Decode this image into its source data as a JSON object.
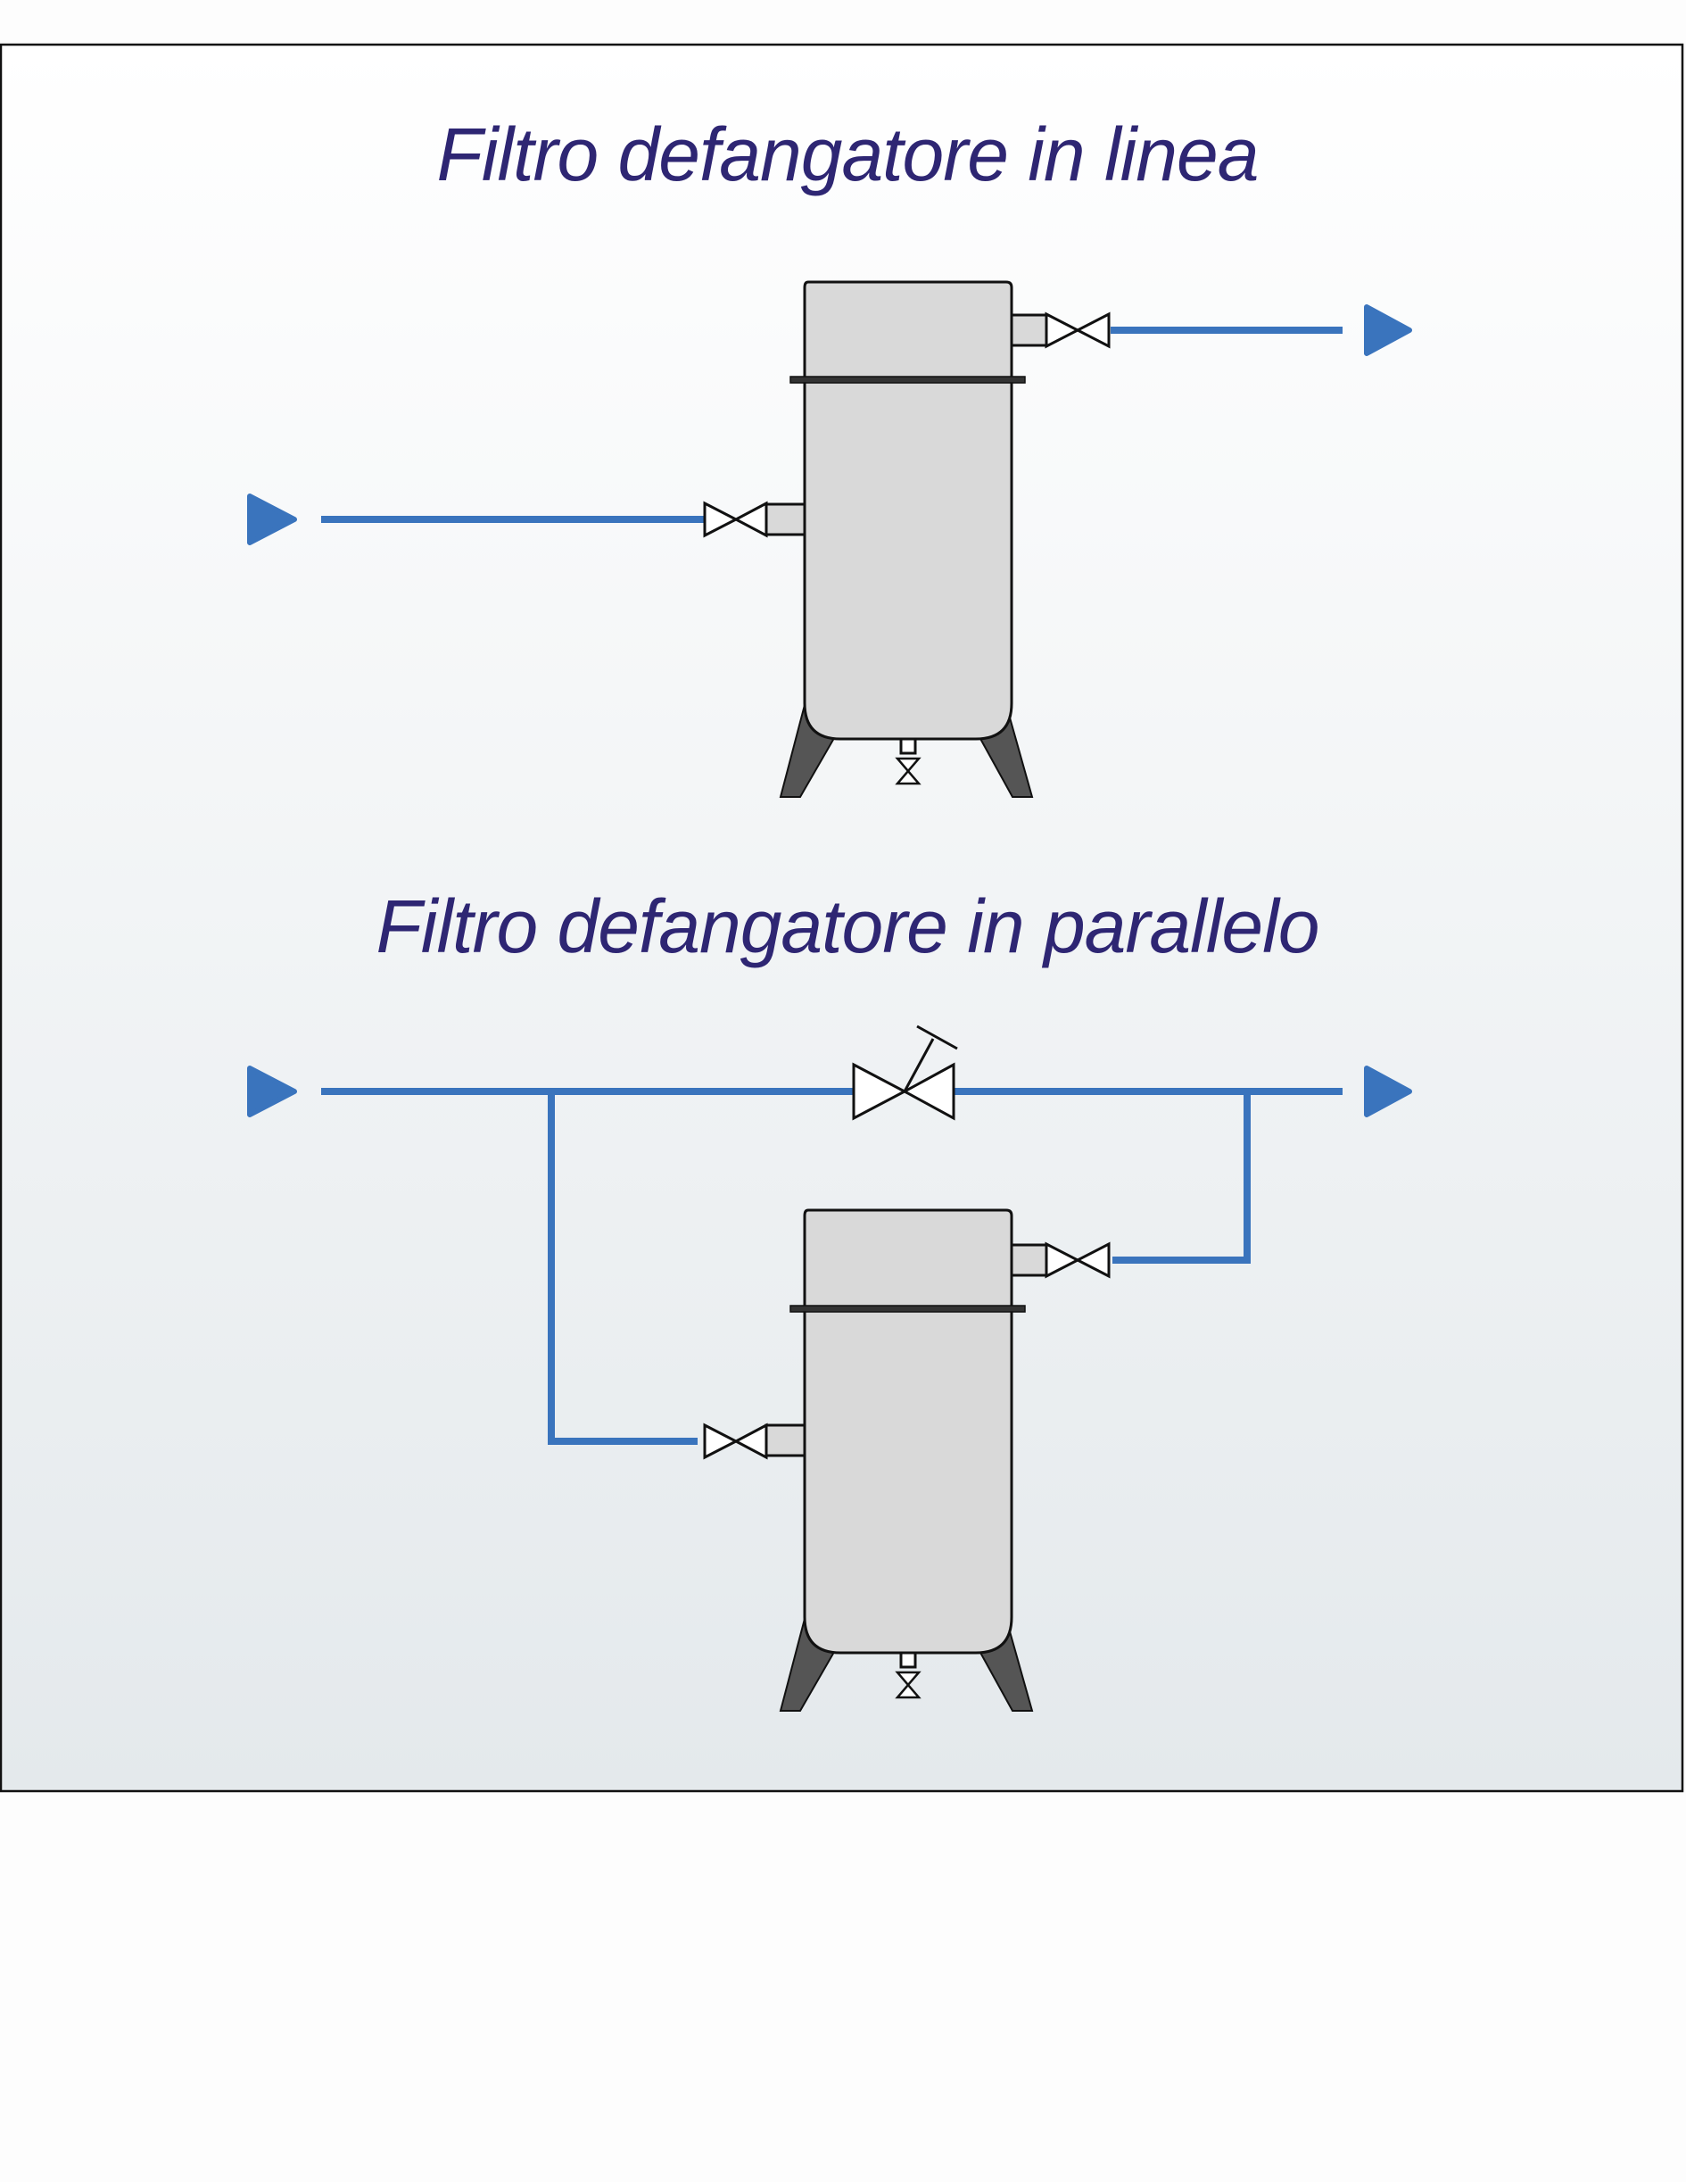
{
  "colors": {
    "title": "#2e2673",
    "pipe": "#3a74bd",
    "vessel_fill": "#d9d9d9",
    "vessel_stroke": "#111111",
    "legs": "#555555",
    "frame": "#111111",
    "panel_top": "#ffffff",
    "panel_bottom": "#e4e9ec"
  },
  "diagrams": [
    {
      "id": "in-line",
      "title": "Filtro defangatore in linea"
    },
    {
      "id": "parallel",
      "title": "Filtro defangatore in parallelo"
    }
  ],
  "icons": [
    "flow-arrow-icon",
    "gate-valve-icon",
    "handwheel-valve-icon",
    "drain-valve-icon"
  ]
}
